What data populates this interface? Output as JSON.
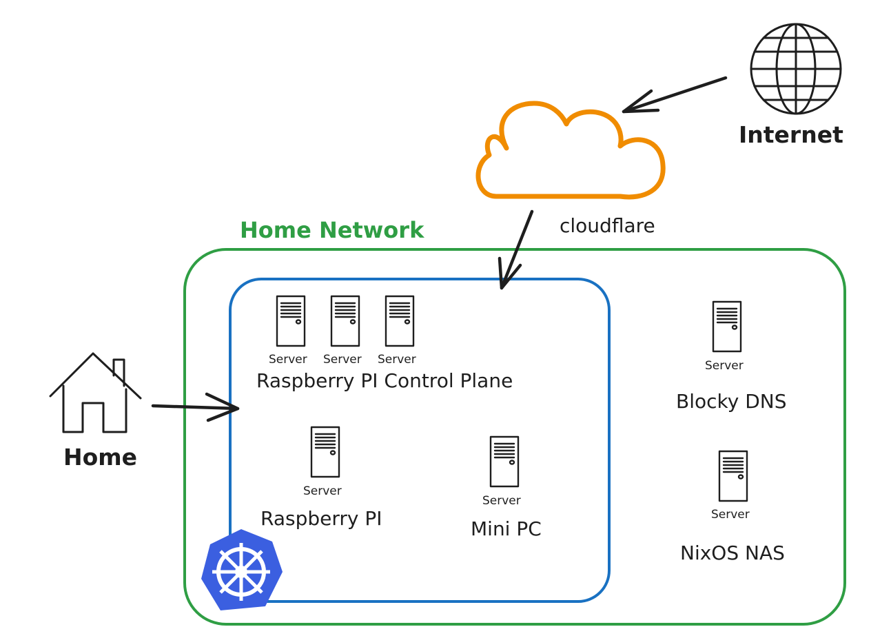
{
  "labels": {
    "internet": "Internet",
    "cloudflare": "cloudflare",
    "home_network": "Home Network",
    "home": "Home",
    "server": "Server",
    "rpi_control_plane": "Raspberry PI Control Plane",
    "raspberry_pi": "Raspberry PI",
    "mini_pc": "Mini PC",
    "blocky_dns": "Blocky DNS",
    "nixos_nas": "NixOS NAS"
  },
  "colors": {
    "home_network_border": "#2f9e44",
    "cluster_border": "#1971c2",
    "cloud_stroke": "#f08c00",
    "kubernetes": "#3b5fe0",
    "ink": "#1e1e1e"
  },
  "icons": {
    "internet": "globe-icon",
    "cloudflare": "cloud-icon",
    "home": "house-icon",
    "server": "server-icon",
    "cluster": "kubernetes-icon"
  }
}
